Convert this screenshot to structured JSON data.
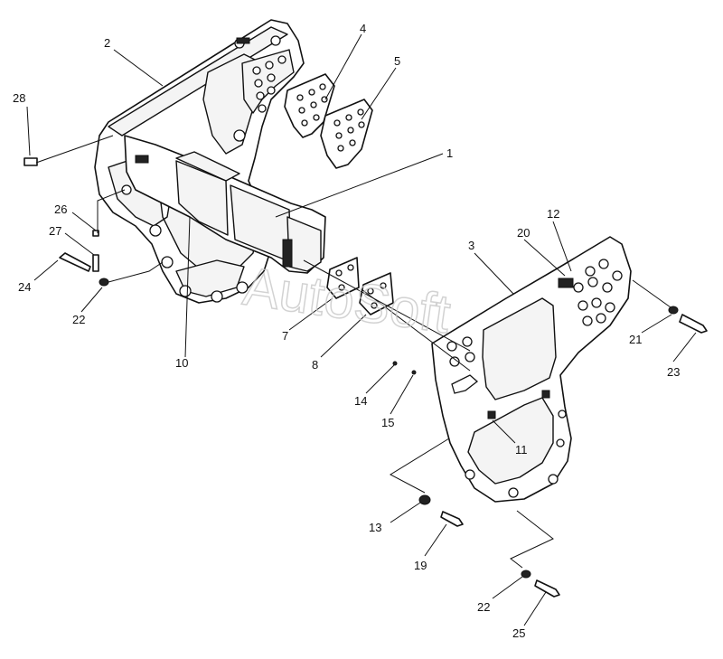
{
  "watermark": "AutoSoft",
  "callouts": [
    {
      "id": "c1",
      "label": "1"
    },
    {
      "id": "c2",
      "label": "2"
    },
    {
      "id": "c3",
      "label": "3"
    },
    {
      "id": "c4",
      "label": "4"
    },
    {
      "id": "c5",
      "label": "5"
    },
    {
      "id": "c7",
      "label": "7"
    },
    {
      "id": "c8",
      "label": "8"
    },
    {
      "id": "c10",
      "label": "10"
    },
    {
      "id": "c11",
      "label": "11"
    },
    {
      "id": "c12",
      "label": "12"
    },
    {
      "id": "c13",
      "label": "13"
    },
    {
      "id": "c14",
      "label": "14"
    },
    {
      "id": "c15",
      "label": "15"
    },
    {
      "id": "c19",
      "label": "19"
    },
    {
      "id": "c20",
      "label": "20"
    },
    {
      "id": "c21",
      "label": "21"
    },
    {
      "id": "c22a",
      "label": "22"
    },
    {
      "id": "c22b",
      "label": "22"
    },
    {
      "id": "c23",
      "label": "23"
    },
    {
      "id": "c24",
      "label": "24"
    },
    {
      "id": "c25",
      "label": "25"
    },
    {
      "id": "c26",
      "label": "26"
    },
    {
      "id": "c27",
      "label": "27"
    },
    {
      "id": "c28",
      "label": "28"
    }
  ]
}
